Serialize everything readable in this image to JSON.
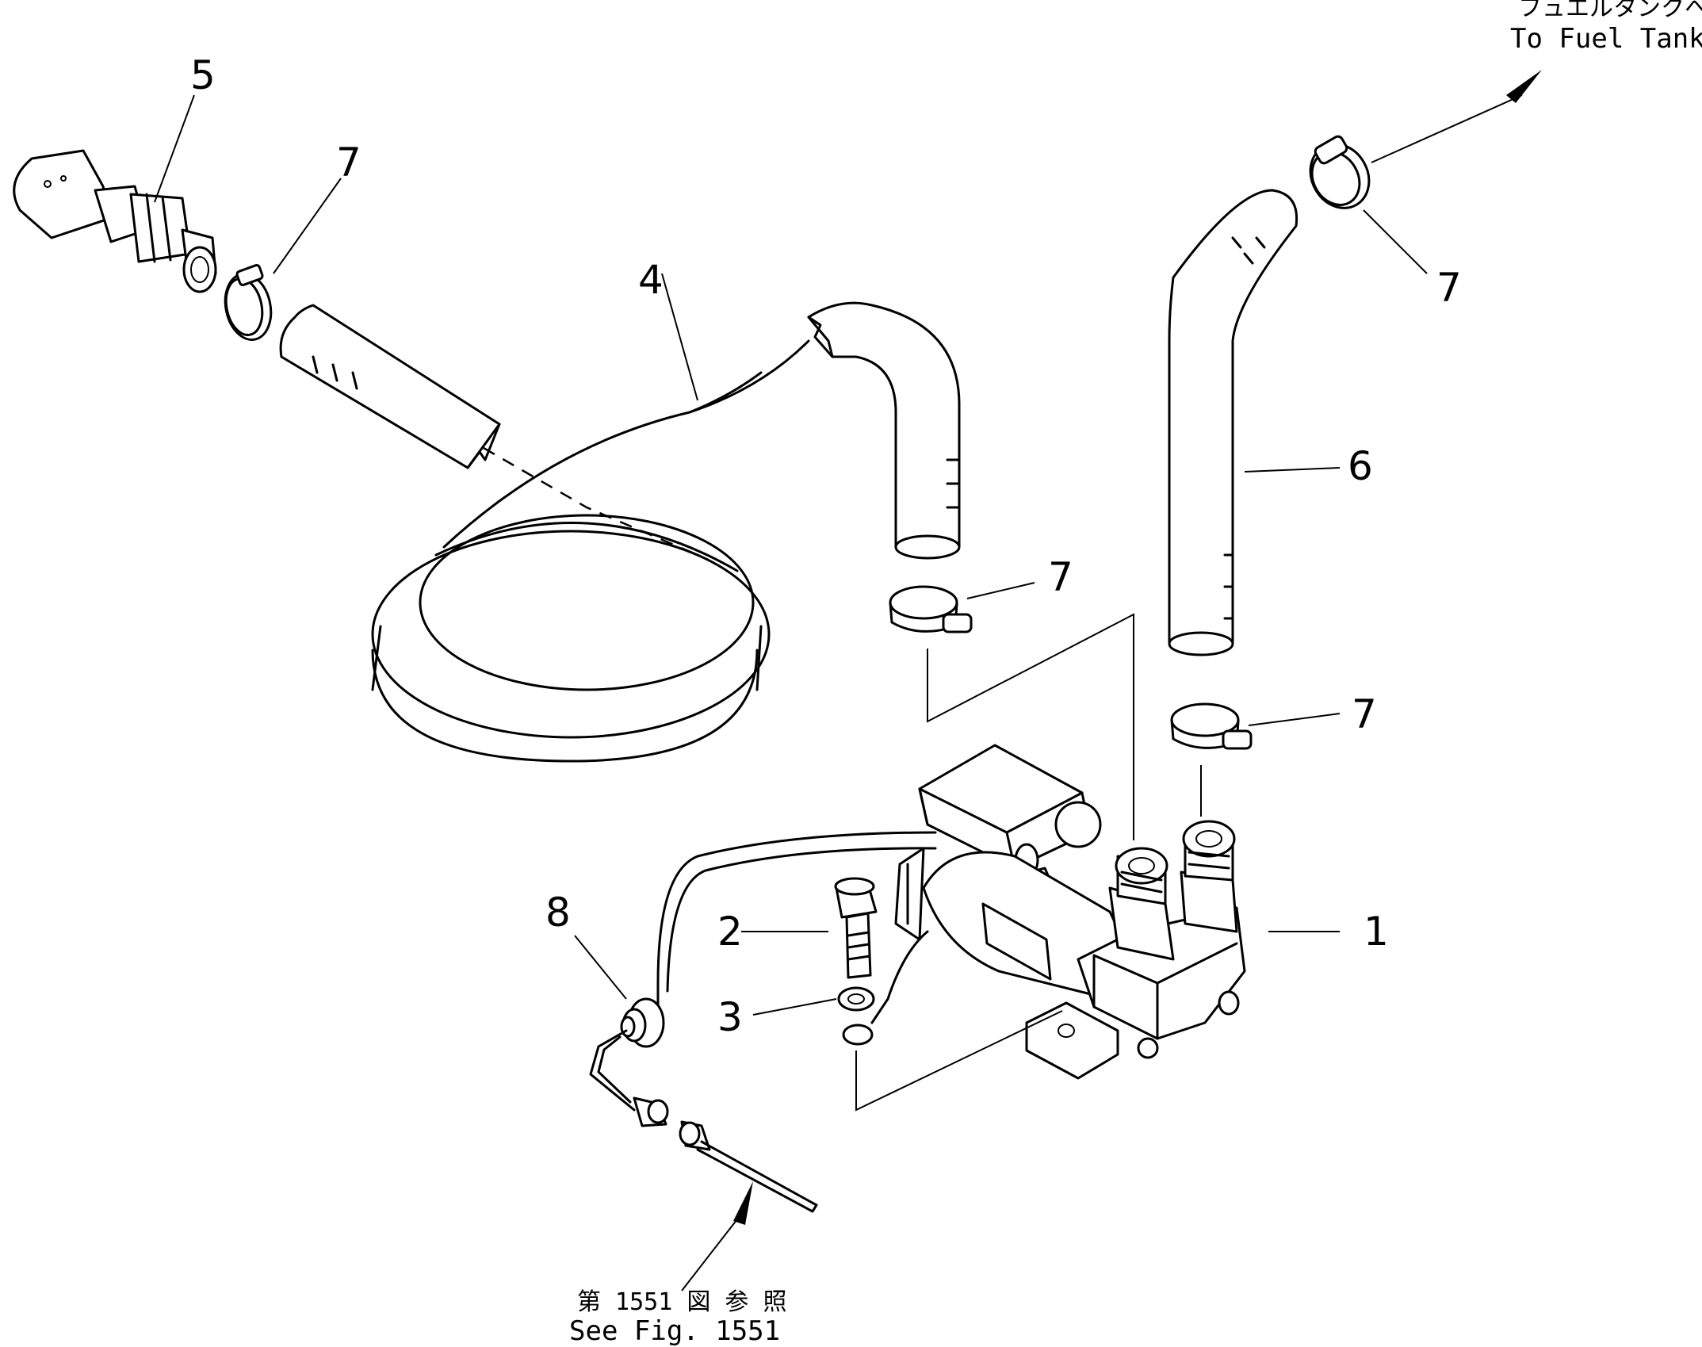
{
  "callouts": {
    "p1": "1",
    "p2": "2",
    "p3": "3",
    "p4": "4",
    "p5": "5",
    "p6": "6",
    "p7a": "7",
    "p7b": "7",
    "p7c": "7",
    "p7d": "7",
    "p8": "8"
  },
  "notes": {
    "fuel_tank_jp": "フュエルタンクへ",
    "fuel_tank_en": "To  Fuel  Tank",
    "see_fig_jp": "第 1551 図 参 照",
    "see_fig_en": "See Fig. 1551"
  }
}
